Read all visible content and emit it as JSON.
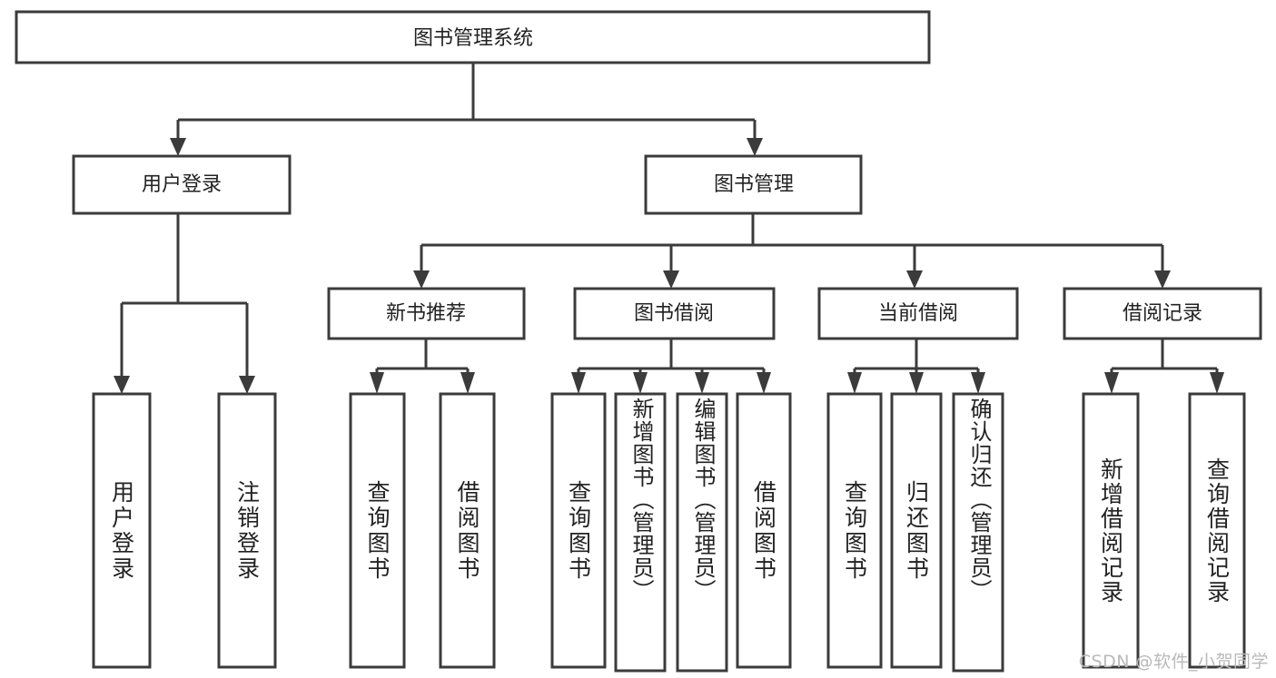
{
  "diagram": {
    "title": "图书管理系统",
    "type": "hierarchy-tree",
    "watermark": "CSDN @软件_小贺同学",
    "root": {
      "id": "root",
      "label": "图书管理系统"
    },
    "level1": [
      {
        "id": "user-login",
        "label": "用户登录"
      },
      {
        "id": "book-manage",
        "label": "图书管理"
      }
    ],
    "level2": [
      {
        "id": "new-book-recommend",
        "label": "新书推荐",
        "parent": "book-manage"
      },
      {
        "id": "book-borrow",
        "label": "图书借阅",
        "parent": "book-manage"
      },
      {
        "id": "current-borrow",
        "label": "当前借阅",
        "parent": "book-manage"
      },
      {
        "id": "borrow-record",
        "label": "借阅记录",
        "parent": "book-manage"
      }
    ],
    "leaves": [
      {
        "id": "leaf-user-login",
        "label": "用户登录",
        "parent": "user-login"
      },
      {
        "id": "leaf-logout-login",
        "label": "注销登录",
        "parent": "user-login"
      },
      {
        "id": "leaf-query-book-1",
        "label": "查询图书",
        "parent": "new-book-recommend"
      },
      {
        "id": "leaf-borrow-book-1",
        "label": "借阅图书",
        "parent": "new-book-recommend"
      },
      {
        "id": "leaf-query-book-2",
        "label": "查询图书",
        "parent": "book-borrow"
      },
      {
        "id": "leaf-add-book",
        "label": "新增图书（管理员）",
        "parent": "book-borrow"
      },
      {
        "id": "leaf-edit-book",
        "label": "编辑图书（管理员）",
        "parent": "book-borrow"
      },
      {
        "id": "leaf-borrow-book-2",
        "label": "借阅图书",
        "parent": "book-borrow"
      },
      {
        "id": "leaf-query-book-3",
        "label": "查询图书",
        "parent": "current-borrow"
      },
      {
        "id": "leaf-return-book",
        "label": "归还图书",
        "parent": "current-borrow"
      },
      {
        "id": "leaf-confirm-return",
        "label": "确认归还（管理员）",
        "parent": "current-borrow"
      },
      {
        "id": "leaf-add-record",
        "label": "新增借阅记录",
        "parent": "borrow-record"
      },
      {
        "id": "leaf-query-record",
        "label": "查询借阅记录",
        "parent": "borrow-record"
      }
    ],
    "colors": {
      "box_stroke": "#3b3b3b",
      "box_fill": "#ffffff",
      "text": "#222222",
      "watermark": "#b9b9b9",
      "background": "#ffffff"
    }
  }
}
